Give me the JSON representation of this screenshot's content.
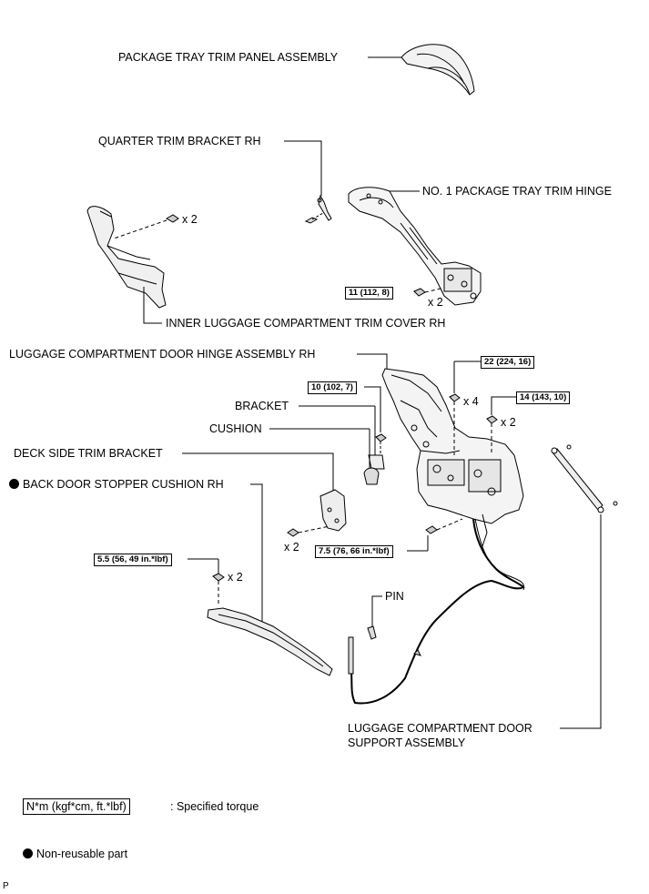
{
  "labels": {
    "package_tray_trim_panel": "PACKAGE TRAY TRIM PANEL ASSEMBLY",
    "quarter_trim_bracket": "QUARTER TRIM BRACKET RH",
    "no1_package_tray_hinge": "NO. 1 PACKAGE TRAY TRIM HINGE",
    "inner_luggage_cover": "INNER LUGGAGE COMPARTMENT TRIM COVER RH",
    "door_hinge_assembly": "LUGGAGE COMPARTMENT DOOR HINGE ASSEMBLY RH",
    "bracket": "BRACKET",
    "cushion": "CUSHION",
    "deck_side_trim_bracket": "DECK SIDE TRIM BRACKET",
    "back_door_stopper_cushion": "BACK DOOR STOPPER CUSHION RH",
    "pin": "PIN",
    "door_support_line1": "LUGGAGE COMPARTMENT DOOR",
    "door_support_line2": "SUPPORT ASSEMBLY"
  },
  "torques": {
    "t_11": "11 (112, 8)",
    "t_22": "22 (224, 16)",
    "t_10": "10 (102, 7)",
    "t_14": "14 (143, 10)",
    "t_7_5": "7.5 (76, 66 in.*lbf)",
    "t_5_5": "5.5 (56, 49 in.*lbf)"
  },
  "quantities": {
    "q_cover": "x 2",
    "q_hinge": "x 2",
    "q_22": "x 4",
    "q_14": "x 2",
    "q_deck": "x 2",
    "q_5_5": "x 2"
  },
  "legend": {
    "torque_box": "N*m (kgf*cm, ft.*lbf)",
    "torque_desc": ": Specified torque",
    "nonreusable": "Non-reusable part"
  },
  "footer_code": "P"
}
